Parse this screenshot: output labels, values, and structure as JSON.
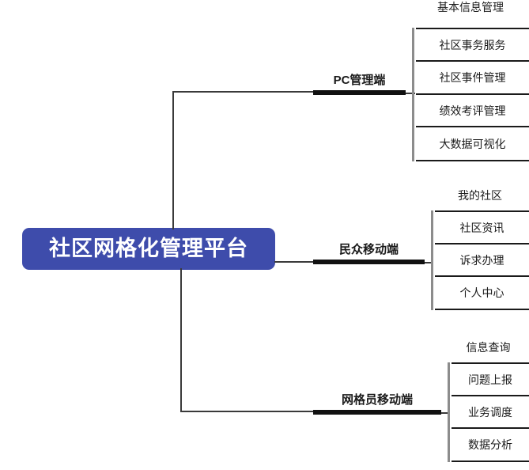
{
  "diagram": {
    "title": "社区网格化管理平台",
    "type": "mindmap",
    "root": {
      "label": "社区网格化管理平台",
      "color": "#3e4cab",
      "text_color": "#ffffff"
    },
    "branches": [
      {
        "id": "pc-admin",
        "label": "PC管理端",
        "group_header": "基本信息管理",
        "items": [
          "社区事务服务",
          "社区事件管理",
          "绩效考评管理",
          "大数据可视化"
        ]
      },
      {
        "id": "public-mobile",
        "label": "民众移动端",
        "group_header": "我的社区",
        "items": [
          "社区资讯",
          "诉求办理",
          "个人中心"
        ]
      },
      {
        "id": "grid-staff-mobile",
        "label": "网格员移动端",
        "group_header": "信息查询",
        "items": [
          "问题上报",
          "业务调度",
          "数据分析"
        ]
      }
    ],
    "colors": {
      "root_fill": "#3e4cab",
      "branch_bar": "#111111",
      "connector": "#3a3a3a",
      "spine": "#8c8c8c",
      "box_border": "#1a1a1a",
      "background": "#ffffff"
    }
  }
}
